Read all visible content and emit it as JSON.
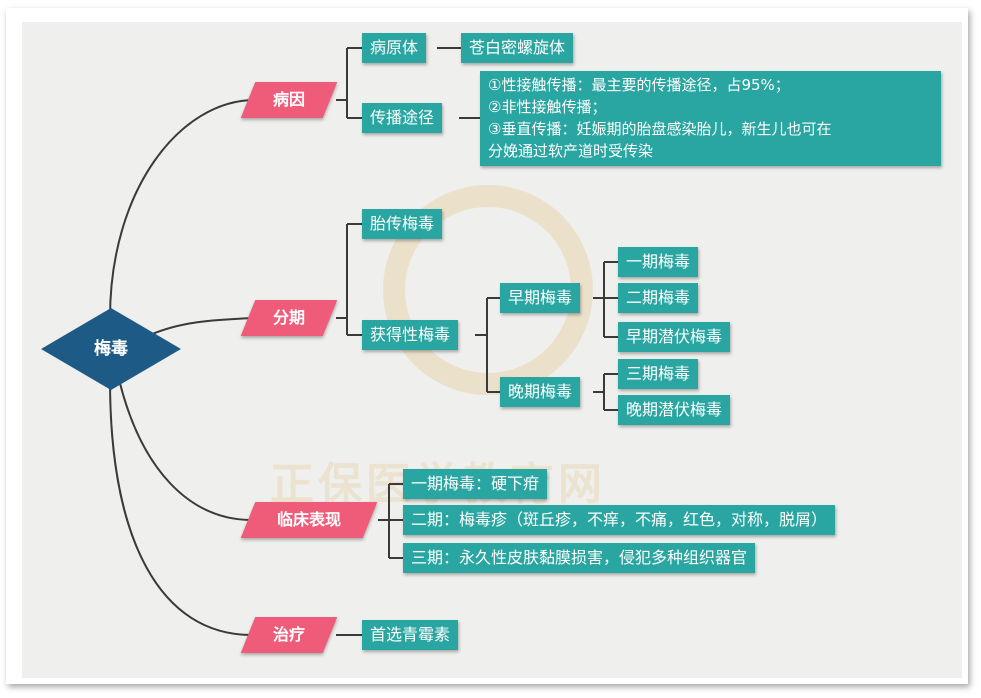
{
  "colors": {
    "root": "#1d5b86",
    "category": "#ee5c7a",
    "leaf": "#2aa6a2",
    "line": "#3a3a3a"
  },
  "root": {
    "label": "梅毒"
  },
  "etiology": {
    "label": "病因",
    "pathogen": {
      "label": "病原体",
      "value": "苍白密螺旋体"
    },
    "transmission": {
      "label": "传播途径",
      "lines": [
        "①性接触传播：最主要的传播途径，占95%；",
        "②非性接触传播；",
        "③垂直传播：妊娠期的胎盘感染胎儿，新生儿也可在",
        "分娩通过软产道时受传染"
      ]
    }
  },
  "staging": {
    "label": "分期",
    "congenital": "胎传梅毒",
    "acquired": {
      "label": "获得性梅毒",
      "early": {
        "label": "早期梅毒",
        "items": [
          "一期梅毒",
          "二期梅毒",
          "早期潜伏梅毒"
        ]
      },
      "late": {
        "label": "晚期梅毒",
        "items": [
          "三期梅毒",
          "晚期潜伏梅毒"
        ]
      }
    }
  },
  "clinical": {
    "label": "临床表现",
    "items": [
      "一期梅毒：硬下疳",
      "二期：梅毒疹（斑丘疹，不痒，不痛，红色，对称，脱屑）",
      "三期：永久性皮肤黏膜损害，侵犯多种组织器官"
    ]
  },
  "treatment": {
    "label": "治疗",
    "drug": "首选青霉素"
  },
  "watermark": {
    "text": "正保医学教育网"
  }
}
